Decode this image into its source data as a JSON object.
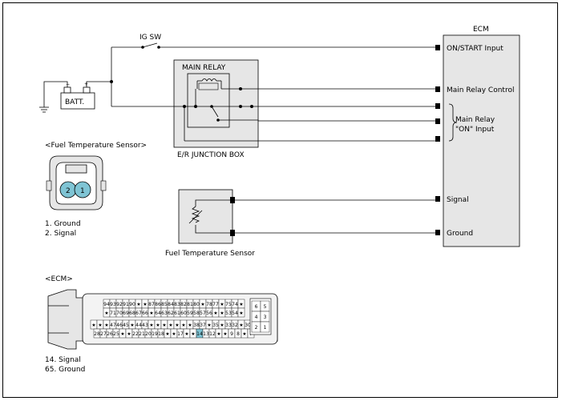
{
  "labels": {
    "ecm_title": "ECM",
    "on_start_input": "ON/START Input",
    "main_relay_control": "Main Relay Control",
    "main_relay_on_line1": "Main Relay",
    "main_relay_on_line2": "\"ON\" Input",
    "signal": "Signal",
    "ground": "Ground",
    "ig_sw": "IG SW",
    "batt": "BATT.",
    "main_relay": "MAIN RELAY",
    "junction_box": "E/R JUNCTION BOX",
    "fuel_temp_sensor": "Fuel Temperature Sensor",
    "fuel_temp_sensor_header": "<Fuel Temperature Sensor>",
    "ecm_header": "<ECM>",
    "sensor_pins": [
      "1. Ground",
      "2. Signal"
    ],
    "ecm_pins": [
      "14. Signal",
      "65. Ground"
    ]
  },
  "sensor_connector": {
    "pins": [
      "2",
      "1"
    ],
    "highlight_color": "#7fc4d4"
  },
  "ecm_connector": {
    "rows": [
      [
        "94",
        "93",
        "92",
        "91",
        "90",
        "★",
        "★",
        "87",
        "86",
        "85",
        "84",
        "83",
        "82",
        "81",
        "80",
        "★",
        "78",
        "77",
        "★",
        "75",
        "74",
        "★"
      ],
      [
        "★",
        "71",
        "70",
        "69",
        "68",
        "67",
        "66",
        "★",
        "64",
        "63",
        "62",
        "61",
        "60",
        "59",
        "58",
        "57",
        "56",
        "★",
        "★",
        "53",
        "54",
        "★"
      ],
      [
        "★",
        "★",
        "★",
        "47",
        "46",
        "45",
        "★",
        "44",
        "43",
        "★",
        "★",
        "★",
        "★",
        "★",
        "★",
        "★",
        "38",
        "37",
        "★",
        "35",
        "★",
        "33",
        "32",
        "★",
        "30",
        "★"
      ],
      [
        "28",
        "27",
        "26",
        "25",
        "★",
        "★",
        "22",
        "21",
        "20",
        "19",
        "18",
        "★",
        "★",
        "17",
        "★",
        "★",
        "14",
        "13",
        "12",
        "★",
        "★",
        "9",
        "8",
        "★",
        "7"
      ]
    ],
    "side_rows": [
      [
        "6",
        "5"
      ],
      [
        "4",
        "3"
      ],
      [
        "2",
        "1"
      ]
    ],
    "highlight": [
      "65",
      "14"
    ],
    "highlight_color": "#7fc4d4"
  }
}
